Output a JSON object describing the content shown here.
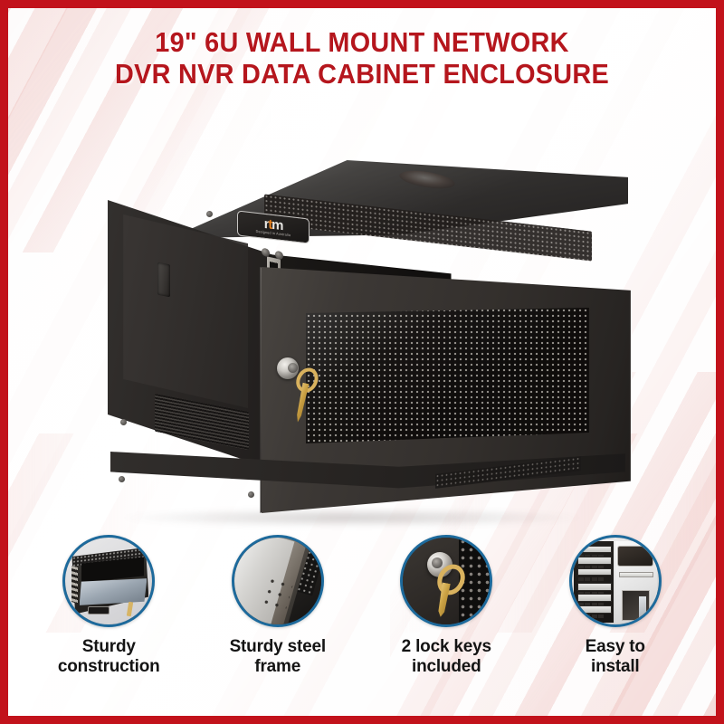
{
  "poster": {
    "border_color": "#c2121b",
    "background_color": "#fdfbfb",
    "accent_color": "#b5161d",
    "circle_border_color": "#1d6a9c"
  },
  "header": {
    "title_line_1": "19\" 6U WALL MOUNT NETWORK",
    "title_line_2": "DVR NVR DATA CABINET ENCLOSURE"
  },
  "hero": {
    "product_alt": "19 inch 6U black wall mount network cabinet with open perforated mesh front door, lock and key",
    "brand_mark": "rtm",
    "brand_sub": "Designed in Australia"
  },
  "features": [
    {
      "label_line_1": "Sturdy",
      "label_line_2": "construction",
      "icon": "cabinet-open-tray-thumbnail"
    },
    {
      "label_line_1": "Sturdy steel",
      "label_line_2": "frame",
      "icon": "steel-frame-thumbnail"
    },
    {
      "label_line_1": "2 lock keys",
      "label_line_2": "included",
      "icon": "lock-and-key-thumbnail"
    },
    {
      "label_line_1": "Easy to",
      "label_line_2": "install",
      "icon": "rack-install-thumbnail"
    }
  ]
}
